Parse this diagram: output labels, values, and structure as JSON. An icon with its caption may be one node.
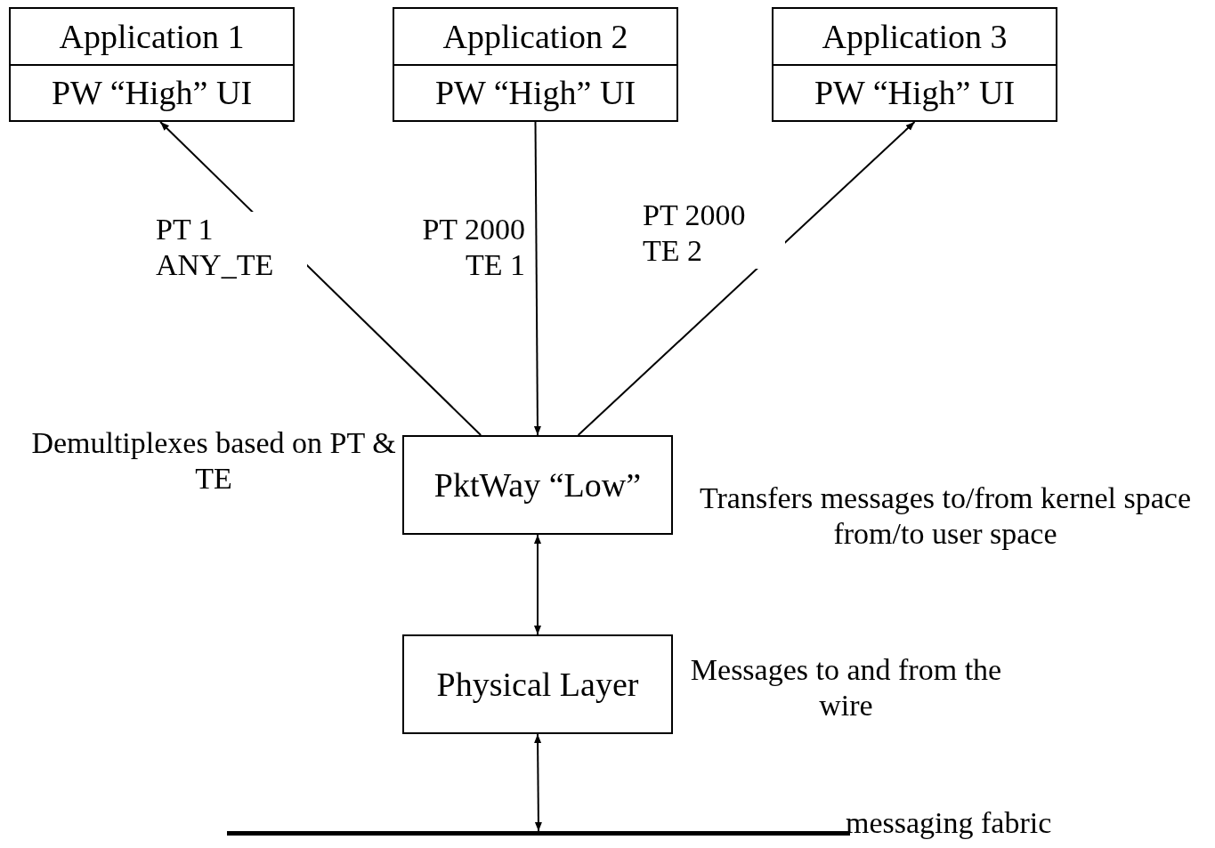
{
  "diagram": {
    "nodes": [
      {
        "text": [
          "Application 1",
          "PW “High” UI"
        ]
      },
      {
        "text": [
          "Application 2",
          "PW “High” UI"
        ]
      },
      {
        "text": [
          "Application 3",
          "PW “High” UI"
        ]
      },
      {
        "text": [
          "PktWay “Low”"
        ],
        "beside": [
          "Demultiplexes based on PT & TE",
          "Transfers messages to/from kernel space from/to user space"
        ]
      },
      {
        "text": [
          "Physical Layer"
        ],
        "beside": [
          "Messages to and from the wire"
        ]
      },
      {
        "text": [],
        "shape": "bar",
        "beside": [
          "messaging fabric"
        ]
      }
    ],
    "edges": [
      {
        "from": 3,
        "to": 0,
        "arrow": "to",
        "label": "PT 1 ANY_TE"
      },
      {
        "from": 1,
        "to": 3,
        "arrow": "to",
        "label": "PT 2000 TE 1"
      },
      {
        "from": 3,
        "to": 2,
        "arrow": "to",
        "label": "PT 2000 TE 2"
      },
      {
        "from": 3,
        "to": 4,
        "arrow": "both"
      },
      {
        "from": 4,
        "to": 5,
        "arrow": "both"
      }
    ]
  }
}
